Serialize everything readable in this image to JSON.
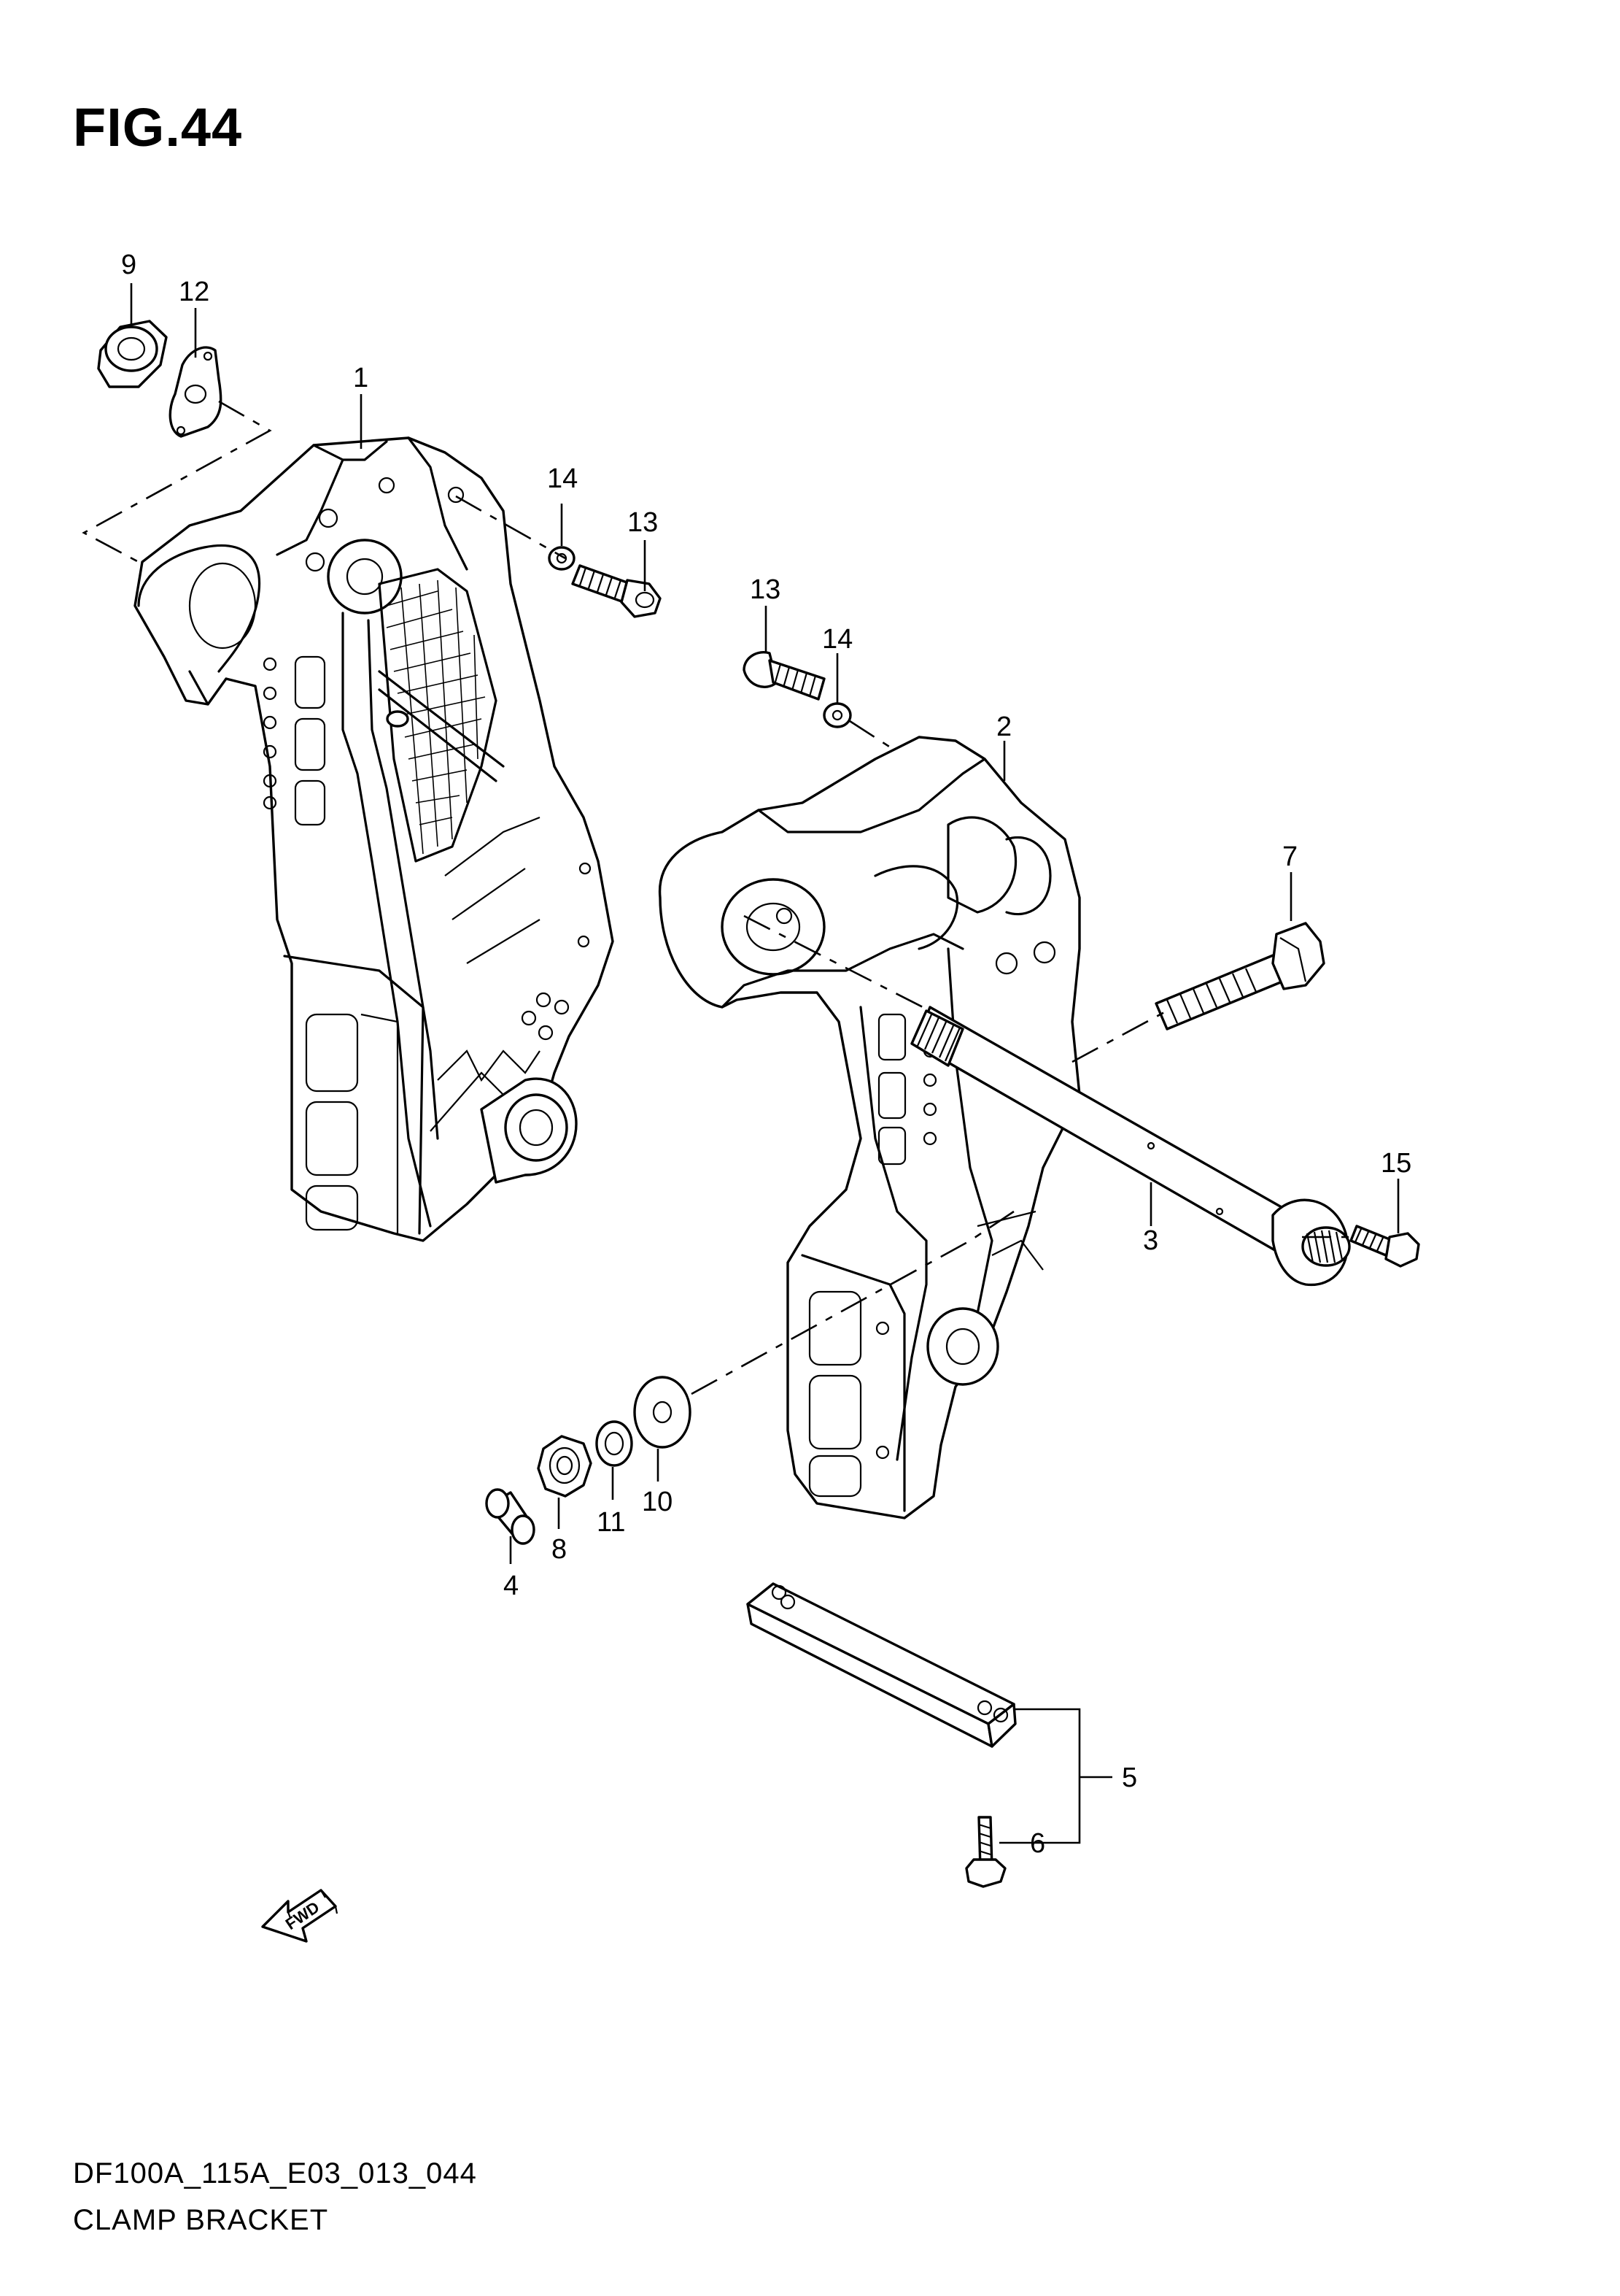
{
  "figure": {
    "title": "FIG.44",
    "code": "DF100A_115A_E03_013_044",
    "name": "CLAMP BRACKET"
  },
  "callouts": {
    "p1": "1",
    "p2": "2",
    "p3": "3",
    "p4": "4",
    "p5": "5",
    "p6": "6",
    "p7": "7",
    "p8": "8",
    "p9": "9",
    "p10": "10",
    "p11": "11",
    "p12": "12",
    "p13a": "13",
    "p13b": "13",
    "p14a": "14",
    "p14b": "14",
    "p15": "15"
  },
  "fwd_arrow": {
    "label": "FWD"
  }
}
